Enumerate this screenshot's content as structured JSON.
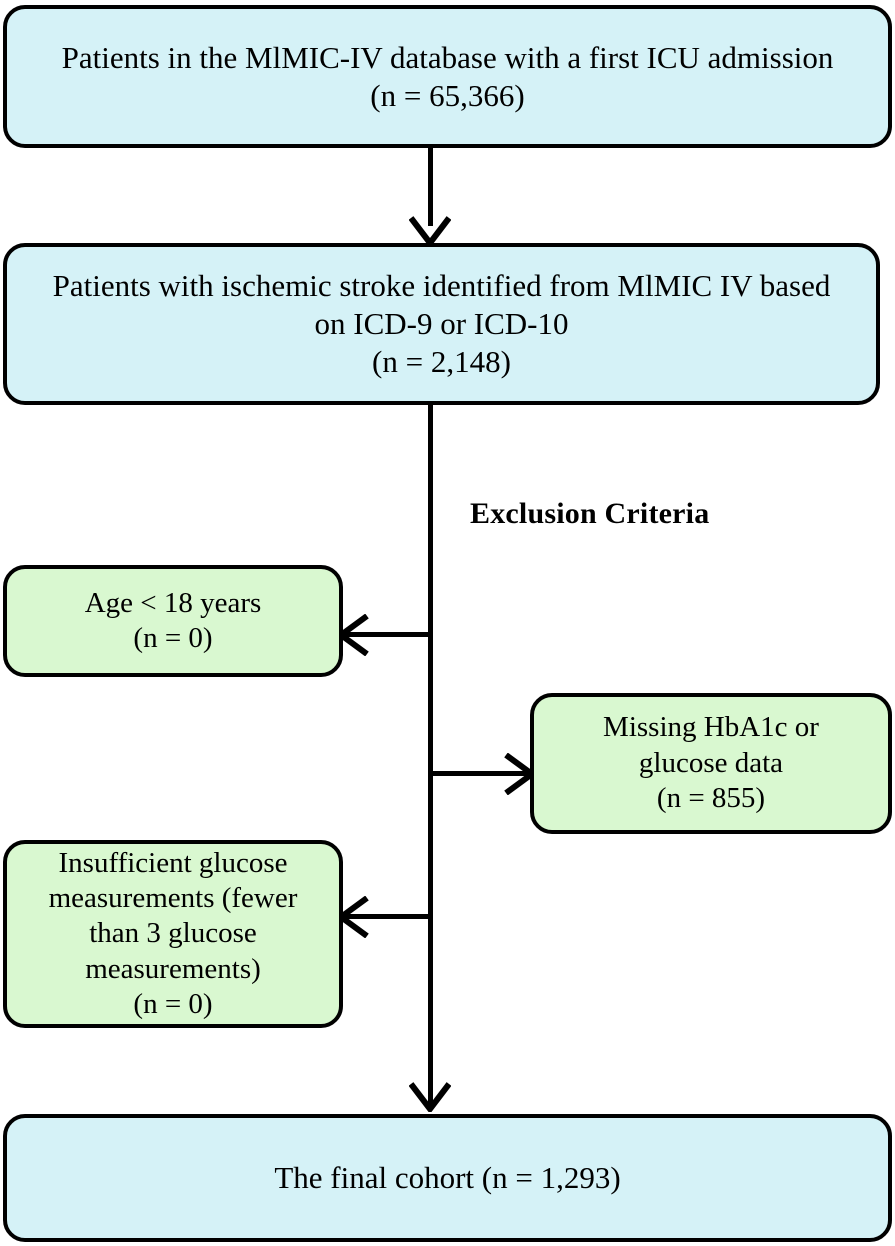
{
  "figure": {
    "type": "flowchart",
    "orientation": "top-to-bottom",
    "annotation_label": "Exclusion Criteria"
  },
  "colors": {
    "included_box_fill": "#d5f2f7",
    "excluded_box_fill": "#d9f8d0",
    "border": "#000000",
    "connector": "#000000",
    "background": "#ffffff"
  },
  "nodes": {
    "source": {
      "label": "Patients in the MlMIC-IV database with a first ICU admission\n(n = 65,366)",
      "count": 65366,
      "kind": "included"
    },
    "stroke": {
      "label": "Patients with ischemic stroke identified from MlMIC IV based\non ICD-9 or ICD-10\n(n = 2,148)",
      "count": 2148,
      "kind": "included"
    },
    "age": {
      "label": "Age < 18 years\n(n = 0)",
      "count": 0,
      "kind": "excluded"
    },
    "hba1c": {
      "label": "Missing HbA1c or\nglucose data\n(n = 855)",
      "count": 855,
      "kind": "excluded"
    },
    "glucose": {
      "label": "Insufficient glucose\nmeasurements (fewer\nthan 3 glucose\nmeasurements)\n(n = 0)",
      "count": 0,
      "kind": "excluded"
    },
    "final": {
      "label": "The final cohort (n = 1,293)",
      "count": 1293,
      "kind": "included"
    }
  },
  "connectors": [
    {
      "name": "source-to-stroke",
      "from": "source",
      "to": "stroke",
      "direction": "down"
    },
    {
      "name": "stroke-to-age",
      "from": "stroke",
      "to": "age",
      "direction": "left"
    },
    {
      "name": "stroke-to-hba1c",
      "from": "stroke",
      "to": "hba1c",
      "direction": "right"
    },
    {
      "name": "stroke-to-glucose",
      "from": "stroke",
      "to": "glucose",
      "direction": "left"
    },
    {
      "name": "stroke-to-final",
      "from": "stroke",
      "to": "final",
      "direction": "down"
    }
  ]
}
